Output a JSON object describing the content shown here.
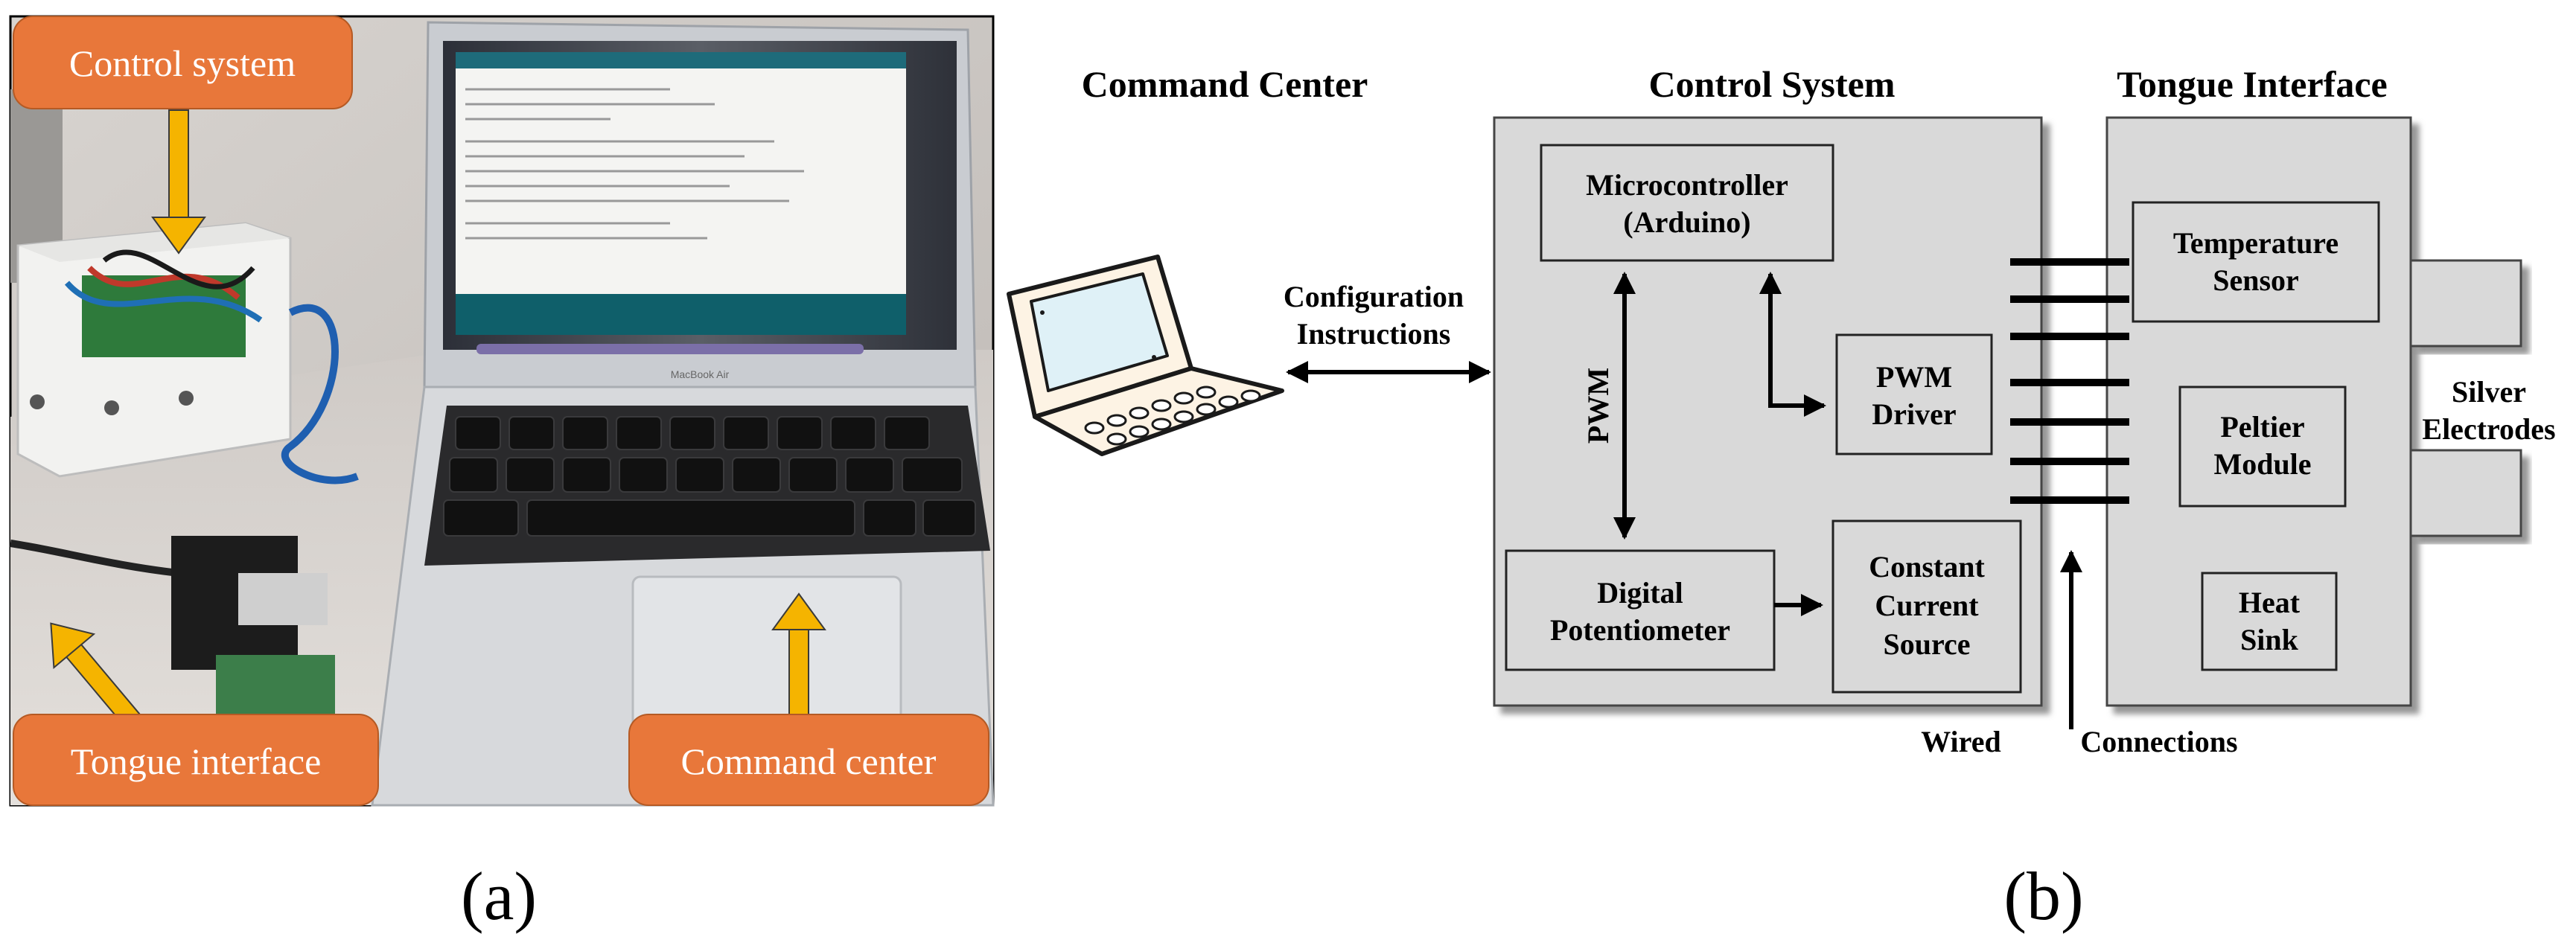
{
  "panel_a": {
    "callouts": {
      "control_system": "Control system",
      "tongue_interface": "Tongue interface",
      "command_center": "Command center"
    },
    "laptop_brand": "MacBook Air",
    "caption": "(a)"
  },
  "panel_b": {
    "headers": {
      "command_center": "Command Center",
      "control_system": "Control System",
      "tongue_interface": "Tongue Interface"
    },
    "link_label_line1": "Configuration",
    "link_label_line2": "Instructions",
    "blocks": {
      "microcontroller_line1": "Microcontroller",
      "microcontroller_line2": "(Arduino)",
      "pwm_driver_line1": "PWM",
      "pwm_driver_line2": "Driver",
      "pwm_label": "PWM",
      "digital_pot_line1": "Digital",
      "digital_pot_line2": "Potentiometer",
      "ccs_line1": "Constant",
      "ccs_line2": "Current",
      "ccs_line3": "Source",
      "temp_sensor_line1": "Temperature",
      "temp_sensor_line2": "Sensor",
      "peltier_line1": "Peltier",
      "peltier_line2": "Module",
      "heat_sink_line1": "Heat",
      "heat_sink_line2": "Sink"
    },
    "electrodes_line1": "Silver",
    "electrodes_line2": "Electrodes",
    "wired_label_1": "Wired",
    "wired_label_2": "Connections",
    "caption": "(b)"
  },
  "colors": {
    "callout_orange": "#E8773A",
    "arrow_yellow": "#F5B400",
    "block_gray": "#D9D9D9"
  }
}
